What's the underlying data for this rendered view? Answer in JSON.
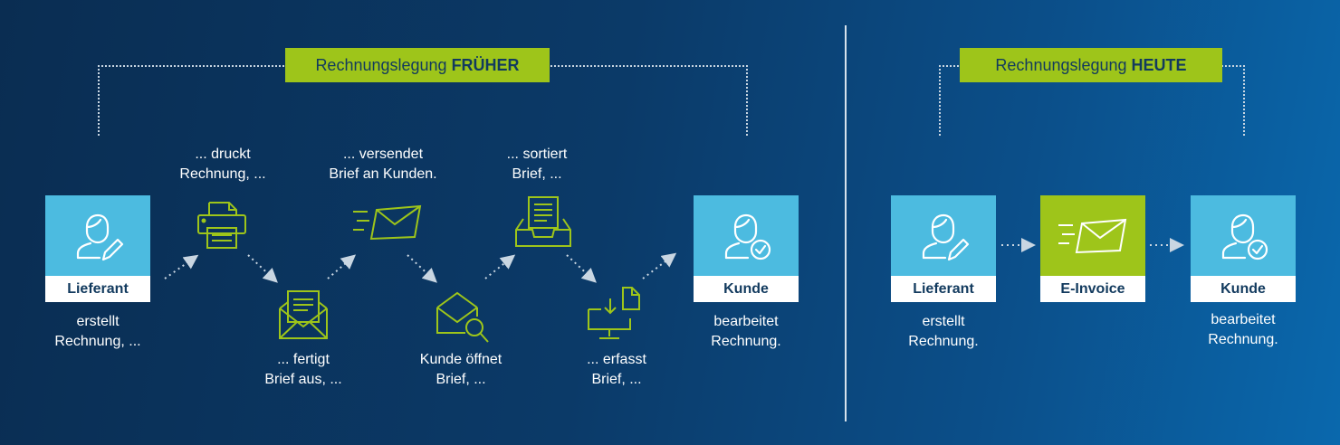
{
  "left": {
    "banner": {
      "prefix": "Rechnungslegung",
      "bold": "FRÜHER"
    },
    "supplier": {
      "label": "Lieferant",
      "caption_l1": "erstellt",
      "caption_l2": "Rechnung, ..."
    },
    "customer": {
      "label": "Kunde",
      "caption_l1": "bearbeitet",
      "caption_l2": "Rechnung."
    },
    "steps": {
      "print": {
        "l1": "... druckt",
        "l2": "Rechnung, ..."
      },
      "prepare": {
        "l1": "... fertigt",
        "l2": "Brief aus, ..."
      },
      "send": {
        "l1": "... versendet",
        "l2": "Brief an Kunden."
      },
      "open": {
        "l1": "Kunde öffnet",
        "l2": "Brief, ..."
      },
      "sort": {
        "l1": "... sortiert",
        "l2": "Brief, ..."
      },
      "capture": {
        "l1": "... erfasst",
        "l2": "Brief, ..."
      }
    }
  },
  "right": {
    "banner": {
      "prefix": "Rechnungslegung",
      "bold": "HEUTE"
    },
    "supplier": {
      "label": "Lieferant",
      "caption_l1": "erstellt",
      "caption_l2": "Rechnung."
    },
    "einvoice": {
      "label": "E-Invoice"
    },
    "customer": {
      "label": "Kunde",
      "caption_l1": "bearbeitet",
      "caption_l2": "Rechnung."
    }
  },
  "colors": {
    "accent_green": "#9ec51a",
    "card_blue": "#4cbbe0",
    "label_text": "#123a5e",
    "icon_line": "#9ec51a"
  }
}
